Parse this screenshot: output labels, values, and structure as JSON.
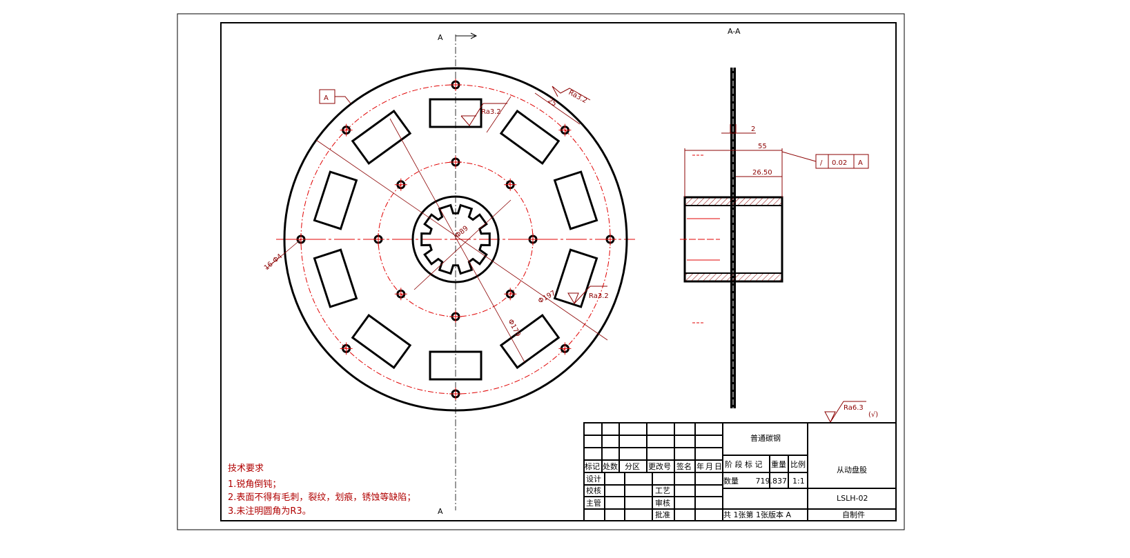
{
  "drawing": {
    "section_marker_top": "A",
    "section_marker_bottom": "A",
    "section_title": "A-A",
    "datum_label": "A",
    "annotations": {
      "roughness_1": "Ra3.2",
      "roughness_2": "Ra3.2",
      "roughness_3": "Ra3.2",
      "hole_callout": "16-Φ4",
      "dia_hub": "Φ89",
      "dia_197": "Φ197",
      "dia_179": "Φ179",
      "dim_25": "25",
      "dim_2": "2",
      "dim_55": "55",
      "dim_26_50": "26.50",
      "tolerance_symbol": "/",
      "tolerance_value": "0.02",
      "tolerance_datum": "A",
      "general_roughness": "Ra6.3",
      "general_roughness_suffix": "(√)"
    }
  },
  "tech_requirements": {
    "title": "技术要求",
    "items": [
      "1.锐角倒钝；",
      "2.表面不得有毛刺，裂纹，划痕，锈蚀等缺陷；",
      "3.未注明圆角为R3。"
    ]
  },
  "title_block": {
    "headers": [
      "标记",
      "处数",
      "分区",
      "更改号",
      "签名",
      "年 月 日"
    ],
    "design": "设计",
    "check": "校核",
    "process": "工艺",
    "supervisor": "主管",
    "review": "审核",
    "approve": "批准",
    "material": "普通碳钢",
    "stage_mark": "阶 段 标 记",
    "weight_label": "重量",
    "scale_label": "比例",
    "quantity_label": "数量",
    "weight_value": "719.837",
    "scale_value": "1:1",
    "sheets": "共 1张第 1张版本 A",
    "part_name": "从动盘股",
    "drawing_no": "LSLH-02",
    "source": "自制件"
  }
}
